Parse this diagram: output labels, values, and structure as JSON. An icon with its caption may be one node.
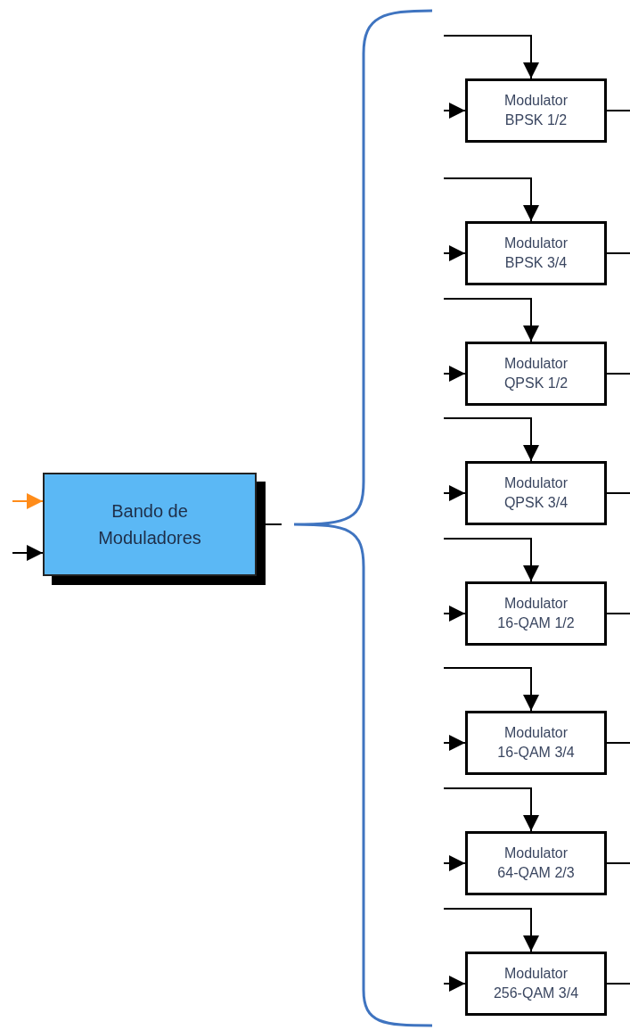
{
  "diagram": {
    "nodes": [
      {
        "text": [
          "Bando de Moduladores"
        ]
      },
      {
        "text": [
          "Modulator",
          "BPSK 1/2"
        ]
      },
      {
        "text": [
          "Modulator",
          "BPSK 3/4"
        ]
      },
      {
        "text": [
          "Modulator",
          "QPSK 1/2"
        ]
      },
      {
        "text": [
          "Modulator",
          "QPSK 3/4"
        ]
      },
      {
        "text": [
          "Modulator",
          "16-QAM 1/2"
        ]
      },
      {
        "text": [
          "Modulator",
          "16-QAM 3/4"
        ]
      },
      {
        "text": [
          "Modulator",
          "64-QAM 2/3"
        ]
      },
      {
        "text": [
          "Modulator",
          "256-QAM 3/4"
        ]
      }
    ],
    "edges": [
      {
        "from": null,
        "to": 0,
        "arrow": "to",
        "color": "#ff8c1a"
      },
      {
        "from": null,
        "to": 0,
        "arrow": "to"
      },
      {
        "from": 0,
        "to": null,
        "arrow": "none"
      },
      {
        "from": null,
        "to": 1,
        "arrow": "to"
      },
      {
        "from": null,
        "to": 1,
        "arrow": "to"
      },
      {
        "from": 1,
        "to": null,
        "arrow": "none"
      },
      {
        "from": null,
        "to": 2,
        "arrow": "to"
      },
      {
        "from": null,
        "to": 2,
        "arrow": "to"
      },
      {
        "from": 2,
        "to": null,
        "arrow": "none"
      },
      {
        "from": null,
        "to": 3,
        "arrow": "to"
      },
      {
        "from": null,
        "to": 3,
        "arrow": "to"
      },
      {
        "from": 3,
        "to": null,
        "arrow": "none"
      },
      {
        "from": null,
        "to": 4,
        "arrow": "to"
      },
      {
        "from": null,
        "to": 4,
        "arrow": "to"
      },
      {
        "from": 4,
        "to": null,
        "arrow": "none"
      },
      {
        "from": null,
        "to": 5,
        "arrow": "to"
      },
      {
        "from": null,
        "to": 5,
        "arrow": "to"
      },
      {
        "from": 5,
        "to": null,
        "arrow": "none"
      },
      {
        "from": null,
        "to": 6,
        "arrow": "to"
      },
      {
        "from": null,
        "to": 6,
        "arrow": "to"
      },
      {
        "from": 6,
        "to": null,
        "arrow": "none"
      },
      {
        "from": null,
        "to": 7,
        "arrow": "to"
      },
      {
        "from": null,
        "to": 7,
        "arrow": "to"
      },
      {
        "from": 7,
        "to": null,
        "arrow": "none"
      },
      {
        "from": null,
        "to": 8,
        "arrow": "to"
      },
      {
        "from": null,
        "to": 8,
        "arrow": "to"
      },
      {
        "from": 8,
        "to": null,
        "arrow": "none"
      }
    ]
  }
}
